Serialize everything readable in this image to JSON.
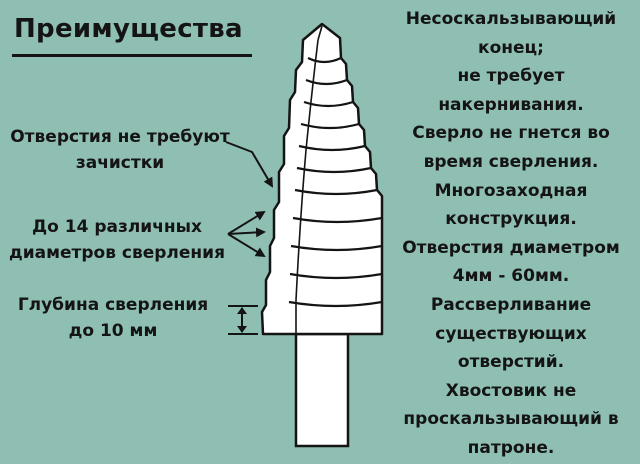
{
  "title": "Преимущества",
  "left_labels": {
    "cleaning": [
      "Отверстия не требуют",
      "зачистки"
    ],
    "diameters": [
      "До 14 различных",
      "диаметров сверления"
    ],
    "depth": [
      "Глубина сверления",
      "до 10 мм"
    ]
  },
  "right_text": [
    "Несоскальзывающий",
    "конец;",
    "не требует",
    "накернивания.",
    "Сверло не гнется во",
    "время сверления.",
    "Многозаходная",
    "конструкция.",
    "Отверстия диаметром",
    "4мм - 60мм.",
    "Рассверливание",
    "существующих",
    "отверстий.",
    "Хвостовик не",
    "проскальзывающий в",
    "патроне."
  ],
  "colors": {
    "background": "#8fbfb3",
    "drill_fill": "#ffffff",
    "ink": "#141414"
  }
}
